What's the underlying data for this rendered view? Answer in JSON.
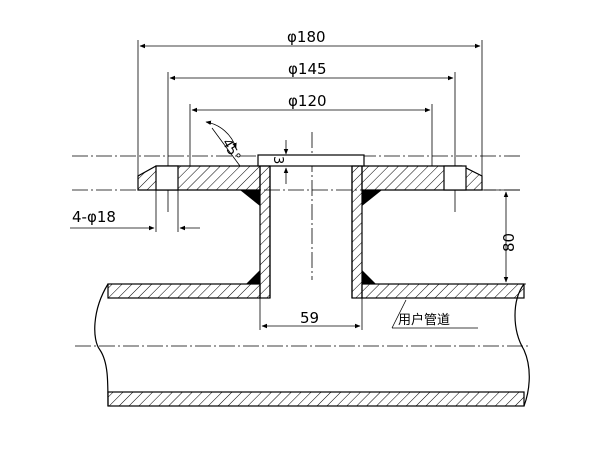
{
  "dimensions": {
    "d180": "φ180",
    "d145": "φ145",
    "d120": "φ120",
    "holes": "4-φ18",
    "height": "80",
    "width": "59",
    "angle": "45°",
    "gap": "3"
  },
  "labels": {
    "pipe": "用户管道"
  },
  "colors": {
    "line": "#000000",
    "background": "#ffffff"
  }
}
